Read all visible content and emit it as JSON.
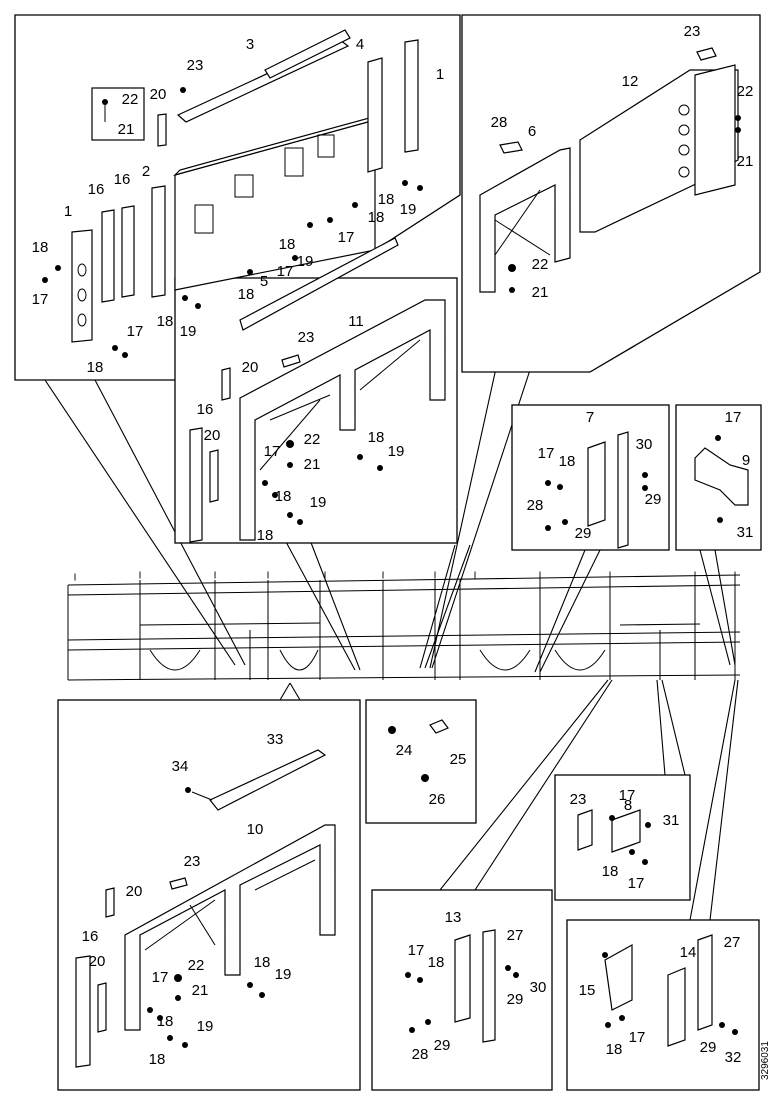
{
  "document_id": "3296031",
  "callouts": [
    "1",
    "2",
    "3",
    "4",
    "5",
    "6",
    "7",
    "8",
    "9",
    "10",
    "11",
    "12",
    "13",
    "14",
    "15",
    "16",
    "17",
    "18",
    "19",
    "20",
    "21",
    "22",
    "23",
    "24",
    "25",
    "26",
    "27",
    "28",
    "29",
    "30",
    "31",
    "32",
    "33",
    "34"
  ],
  "panels": [
    {
      "id": "top-left",
      "parts": [
        "1",
        "2",
        "3",
        "4",
        "5",
        "16",
        "17",
        "18",
        "19",
        "20",
        "21",
        "22",
        "23"
      ]
    },
    {
      "id": "top-right",
      "parts": [
        "6",
        "12",
        "21",
        "22",
        "23",
        "28"
      ]
    },
    {
      "id": "center",
      "parts": [
        "11",
        "16",
        "17",
        "18",
        "19",
        "20",
        "21",
        "22",
        "23"
      ]
    },
    {
      "id": "mid-7",
      "parts": [
        "7",
        "17",
        "18",
        "28",
        "29",
        "30"
      ]
    },
    {
      "id": "mid-9",
      "parts": [
        "9",
        "17",
        "31"
      ]
    },
    {
      "id": "bottom-left",
      "parts": [
        "10",
        "16",
        "17",
        "18",
        "19",
        "20",
        "21",
        "22",
        "23",
        "33",
        "34"
      ]
    },
    {
      "id": "small-center",
      "parts": [
        "24",
        "25",
        "26"
      ]
    },
    {
      "id": "mid-8",
      "parts": [
        "8",
        "17",
        "18",
        "23",
        "31"
      ]
    },
    {
      "id": "bottom-13",
      "parts": [
        "13",
        "17",
        "18",
        "27",
        "28",
        "29",
        "30"
      ]
    },
    {
      "id": "bottom-14",
      "parts": [
        "14",
        "15",
        "17",
        "18",
        "27",
        "29",
        "32"
      ]
    }
  ]
}
